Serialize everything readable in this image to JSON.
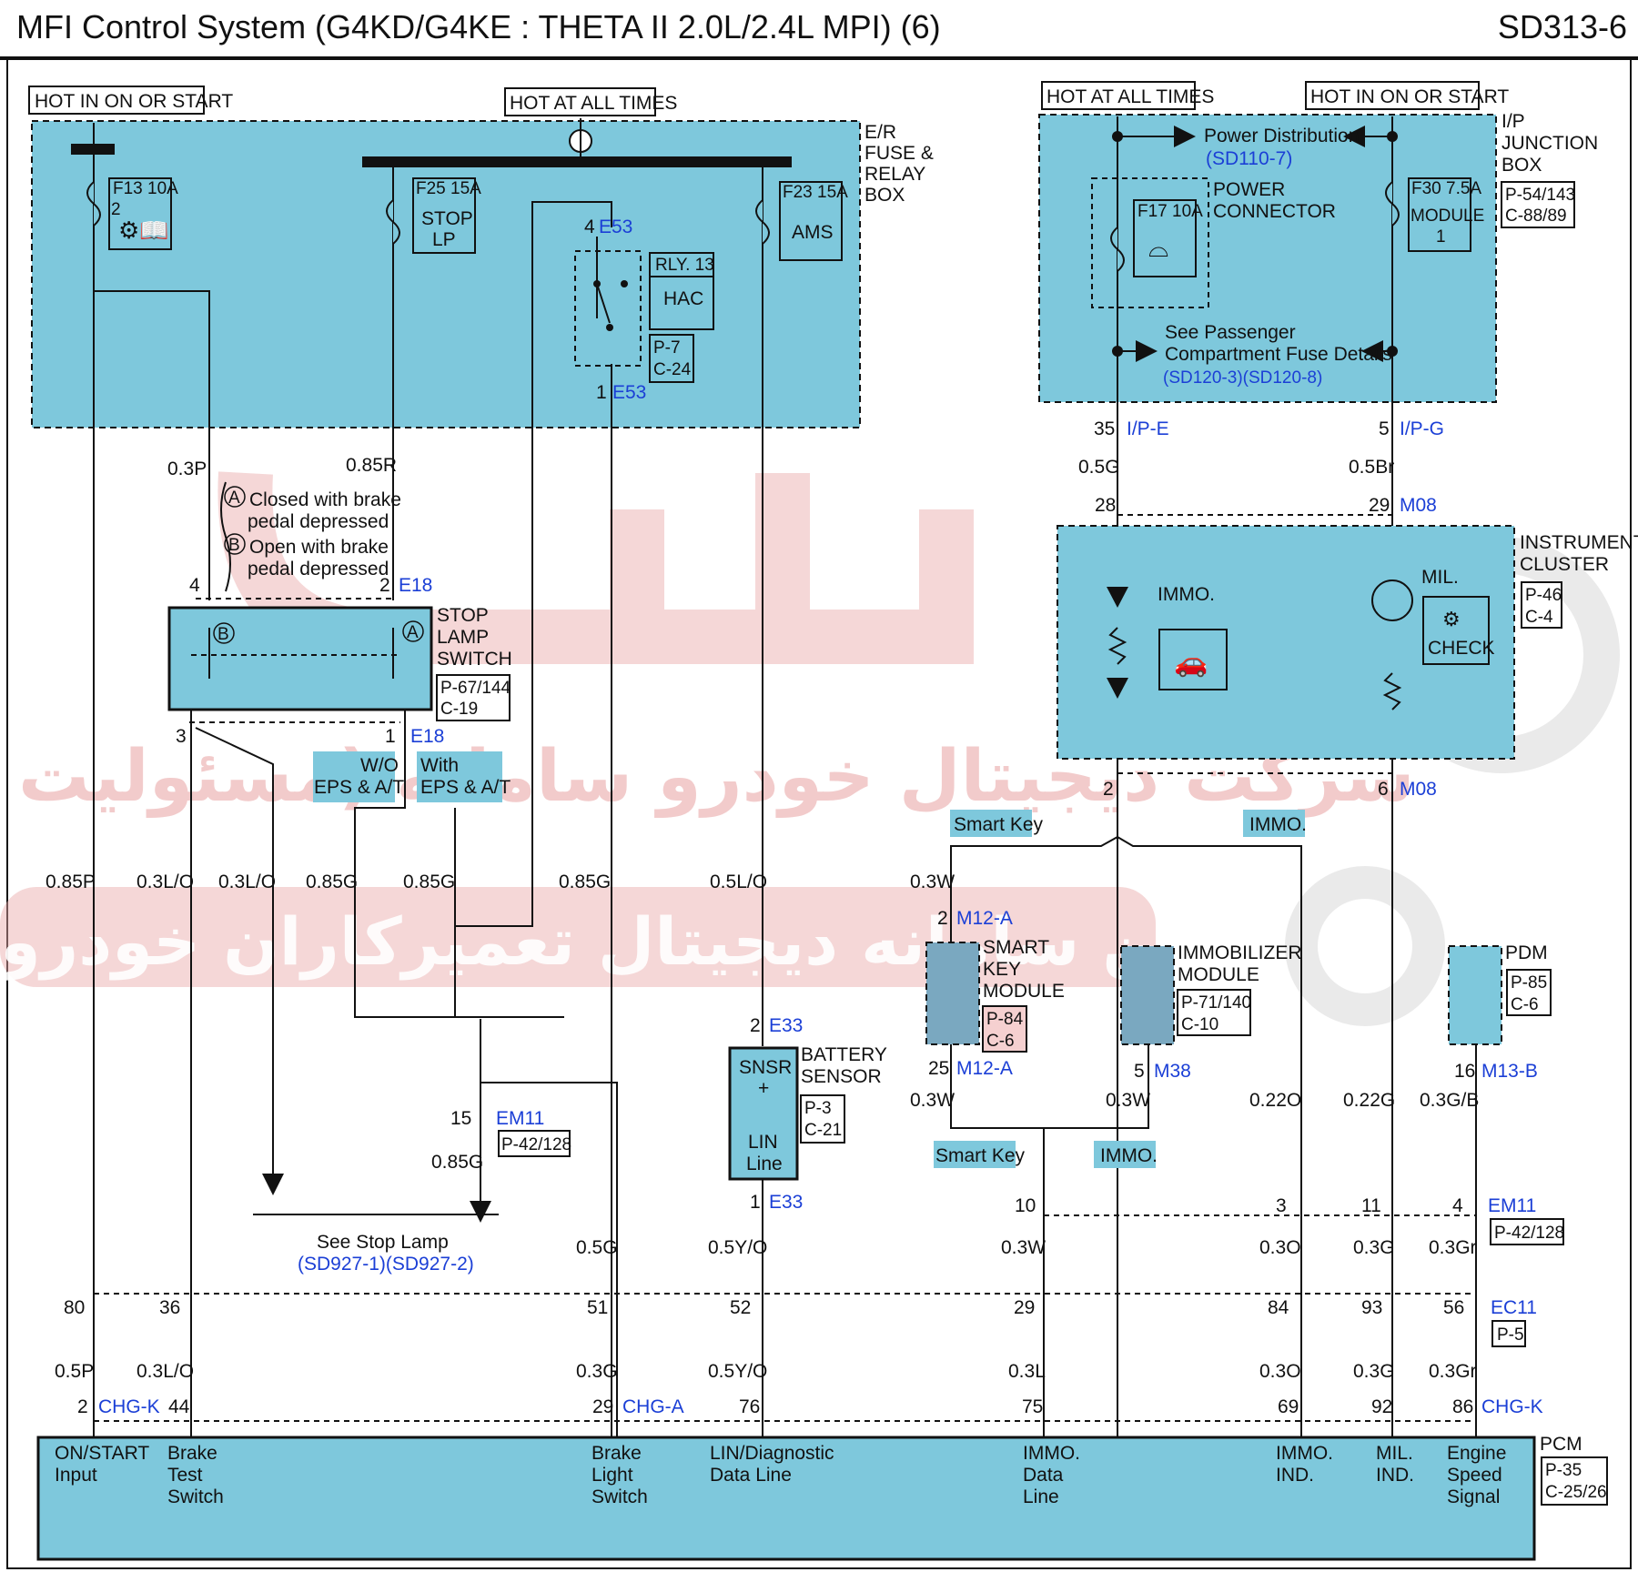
{
  "header": {
    "title": "MFI Control System  (G4KD/G4KE : THETA II 2.0L/2.4L MPI) (6)",
    "code": "SD313-6"
  },
  "watermark": {
    "line1": "سرکت دیجیتال خودرو سامانه (مسئولیت",
    "line2": "اولین سامانه دیجیتال تعمیرکاران خودرو"
  },
  "left": {
    "hot_on_start": "HOT IN ON OR START",
    "hot_all_times": "HOT AT ALL TIMES",
    "er_box": [
      "E/R",
      "FUSE &",
      "RELAY",
      "BOX"
    ],
    "f13": "F13 10A",
    "f13_pin": "2",
    "f25": "F25 15A",
    "f25_l1": "STOP",
    "f25_l2": "LP",
    "f23": "F23 15A",
    "f23_l1": "AMS",
    "e53_top_pin": "4",
    "e53": "E53",
    "e53_bot_pin": "1",
    "rly": "RLY. 13",
    "hac": "HAC",
    "rly_p": "P-7",
    "rly_c": "C-24",
    "w_03p": "0.3P",
    "w_085r": "0.85R",
    "note_a": "Closed with brake",
    "note_a2": "pedal depressed",
    "note_b": "Open with brake",
    "note_b2": "pedal depressed",
    "pin4": "4",
    "pin2": "2",
    "e18": "E18",
    "sls": [
      "STOP",
      "LAMP",
      "SWITCH"
    ],
    "sls_p": "P-67/144",
    "sls_c": "C-19",
    "pin3": "3",
    "pin1": "1",
    "e18b": "E18",
    "wo_eps_1": "W/O",
    "wo_eps_2": "EPS & A/T",
    "with_eps_1": "With",
    "with_eps_2": "EPS & A/T",
    "wires_mid": [
      "0.85P",
      "0.3L/O",
      "0.3L/O",
      "0.85G",
      "0.85G",
      "0.85G",
      "0.5L/O"
    ],
    "em11_pin": "15",
    "em11": "EM11",
    "em11_p": "P-42/128",
    "w_085g": "0.85G",
    "see_stop": "See Stop Lamp",
    "see_stop_ref": "(SD927-1)(SD927-2)",
    "w_05g": "0.5G",
    "e33_pin_top": "2",
    "e33": "E33",
    "snsr": "SNSR",
    "plus": "+",
    "lin": "LIN",
    "line": "Line",
    "bs": [
      "BATTERY",
      "SENSOR"
    ],
    "bs_p": "P-3",
    "bs_c": "C-21",
    "e33_pin_bot": "1",
    "e33b": "E33",
    "w_05yo": "0.5Y/O"
  },
  "right": {
    "hot_all_times": "HOT AT ALL TIMES",
    "hot_on_start": "HOT IN ON OR START",
    "ip_jb": [
      "I/P",
      "JUNCTION",
      "BOX"
    ],
    "ip_p": "P-54/143",
    "ip_c": "C-88/89",
    "power_dist": "Power Distribution",
    "power_dist_ref": "(SD110-7)",
    "f17": "F17 10A",
    "power_conn": [
      "POWER",
      "CONNECTOR"
    ],
    "f30": "F30 7.5A",
    "module": "MODULE",
    "module_n": "1",
    "see_pass": "See Passenger",
    "see_pass2": "Compartment Fuse Details",
    "see_pass_ref": "(SD120-3)(SD120-8)",
    "pin35": "35",
    "ipe": "I/P-E",
    "pin5": "5",
    "ipg": "I/P-G",
    "w_05g": "0.5G",
    "w_05br": "0.5Br",
    "pin28": "28",
    "pin29": "29",
    "m08": "M08",
    "ic": [
      "INSTRUMENT",
      "CLUSTER"
    ],
    "ic_p": "P-46",
    "ic_c": "C-4",
    "immo": "IMMO.",
    "mil": "MIL.",
    "check": "CHECK",
    "pin2": "2",
    "pin6": "6",
    "m08b": "M08",
    "smart_key_tag": "Smart Key",
    "immo_tag": "IMMO.",
    "w_03w": "0.3W",
    "skm_pin": "2",
    "m12a": "M12-A",
    "skm": [
      "SMART",
      "KEY",
      "MODULE"
    ],
    "skm_p": "P-84",
    "skm_c": "C-6",
    "skm_pin_b": "25",
    "m12a_b": "M12-A",
    "imm": [
      "IMMOBILIZER",
      "MODULE"
    ],
    "imm_p": "P-71/140",
    "imm_c": "C-10",
    "imm_pin": "5",
    "m38": "M38",
    "pdm": "PDM",
    "pdm_p": "P-85",
    "pdm_c": "C-6",
    "pdm_pin": "16",
    "m13b": "M13-B",
    "w_03w_a": "0.3W",
    "w_03w_b": "0.3W",
    "w_022o": "0.22O",
    "w_022g": "0.22G",
    "w_03gb": "0.3G/B",
    "smart_key_tag2": "Smart Key",
    "immo_tag2": "IMMO.",
    "pin10": "10",
    "pin3": "3",
    "pin11": "11",
    "pin4": "4",
    "em11": "EM11",
    "em11_p": "P-42/128",
    "w_03w_c": "0.3W",
    "w_03o": "0.3O",
    "w_03g": "0.3G",
    "w_03gr": "0.3Gr"
  },
  "bottom": {
    "pins_top": [
      "80",
      "36",
      "51",
      "52",
      "29",
      "84",
      "93",
      "56"
    ],
    "ec11": "EC11",
    "ec11_p": "P-5",
    "wires": [
      "0.5P",
      "0.3L/O",
      "0.3G",
      "0.5Y/O",
      "0.3L",
      "0.3O",
      "0.3G",
      "0.3Gr"
    ],
    "pins_bot": [
      "2",
      "44",
      "29",
      "76",
      "75",
      "69",
      "92",
      "86"
    ],
    "chgk": "CHG-K",
    "chga": "CHG-A",
    "chgk2": "CHG-K",
    "pcm": "PCM",
    "pcm_p": "P-35",
    "pcm_c": "C-25/26",
    "labels": [
      [
        "ON/START",
        "Input"
      ],
      [
        "Brake",
        "Test",
        "Switch"
      ],
      [
        "Brake",
        "Light",
        "Switch"
      ],
      [
        "LIN/Diagnostic",
        "Data Line"
      ],
      [
        "IMMO.",
        "Data",
        "Line"
      ],
      [
        "IMMO.",
        "IND."
      ],
      [
        "MIL.",
        "IND."
      ],
      [
        "Engine",
        "Speed",
        "Signal"
      ]
    ]
  }
}
